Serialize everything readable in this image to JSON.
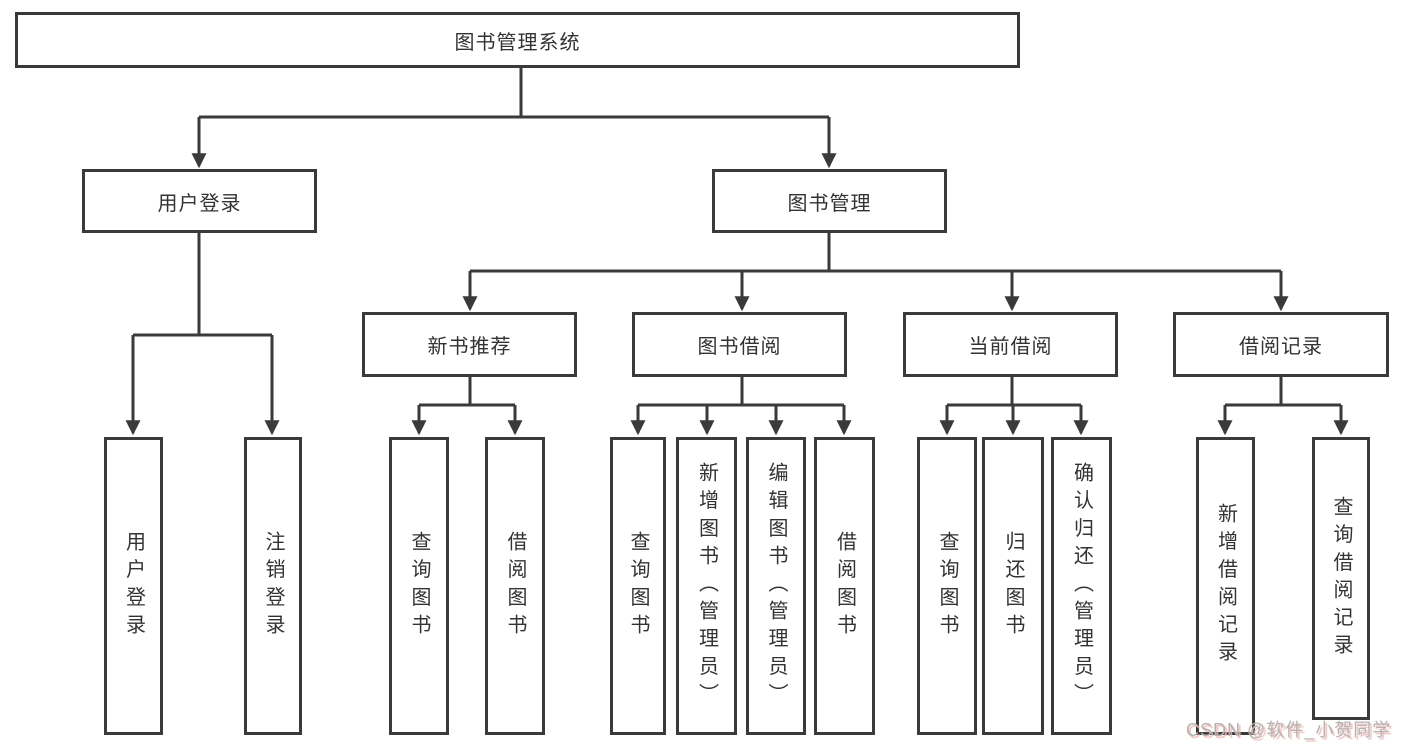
{
  "diagram": {
    "title_node": "图书管理系统",
    "root": {
      "label": "图书管理系统"
    },
    "level2": [
      {
        "label": "用户登录",
        "children": [
          {
            "label": "用户登录"
          },
          {
            "label": "注销登录"
          }
        ]
      },
      {
        "label": "图书管理",
        "children": [
          {
            "label": "新书推荐",
            "children": [
              {
                "label": "查询图书"
              },
              {
                "label": "借阅图书"
              }
            ]
          },
          {
            "label": "图书借阅",
            "children": [
              {
                "label": "查询图书"
              },
              {
                "label": "新增图书（管理员）"
              },
              {
                "label": "编辑图书（管理员）"
              },
              {
                "label": "借阅图书"
              }
            ]
          },
          {
            "label": "当前借阅",
            "children": [
              {
                "label": "查询图书"
              },
              {
                "label": "归还图书"
              },
              {
                "label": "确认归还（管理员）"
              }
            ]
          },
          {
            "label": "借阅记录",
            "children": [
              {
                "label": "新增借阅记录"
              },
              {
                "label": "查询借阅记录"
              }
            ]
          }
        ]
      }
    ],
    "colors": {
      "line": "#3a3a3a",
      "text": "#333333",
      "box_background": "#ffffff"
    }
  },
  "watermark": {
    "text": "CSDN @软件_小贺同学",
    "color": "#b3b3b3"
  }
}
